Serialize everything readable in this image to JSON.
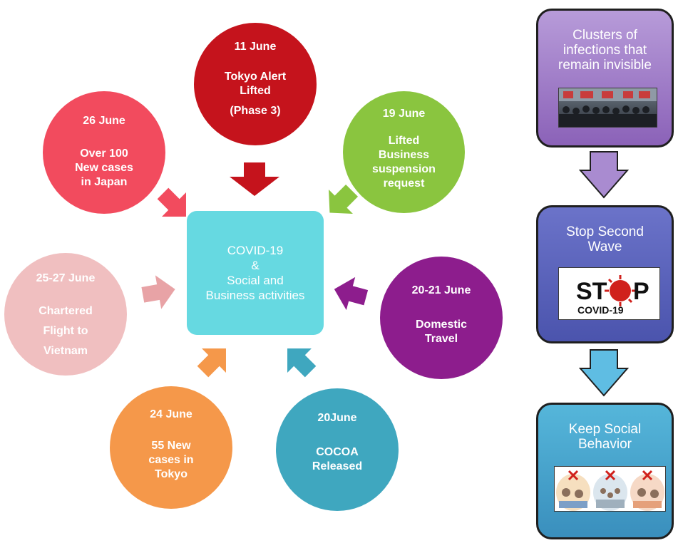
{
  "center": {
    "line1": "COVID-19",
    "line2": "&",
    "line3": "Social and",
    "line4": "Business activities"
  },
  "events": [
    {
      "id": "tokyo-alert",
      "date": "11 June",
      "lines": [
        "Tokyo Alert",
        "Lifted",
        "(Phase 3)"
      ],
      "color": "#c5131c"
    },
    {
      "id": "business-lifted",
      "date": "19 June",
      "lines": [
        "Lifted",
        "Business",
        "suspension",
        "request"
      ],
      "color": "#8ac53f"
    },
    {
      "id": "domestic-travel",
      "date": "20-21 June",
      "lines": [
        "Domestic",
        "Travel"
      ],
      "color": "#8d1d8d"
    },
    {
      "id": "cocoa",
      "date": "20June",
      "lines": [
        "COCOA",
        "Released"
      ],
      "color": "#3fa7bf"
    },
    {
      "id": "tokyo-cases",
      "date": "24 June",
      "lines": [
        "55 New",
        "cases in",
        "Tokyo"
      ],
      "color": "#f5984a"
    },
    {
      "id": "charter-flight",
      "date": "25-27 June",
      "lines": [
        "Chartered",
        "Flight to",
        "Vietnam"
      ],
      "color": "#f0bfc0"
    },
    {
      "id": "japan-cases",
      "date": "26 June",
      "lines": [
        "Over 100",
        "New cases",
        "in Japan"
      ],
      "color": "#f24b5e"
    }
  ],
  "panels": [
    {
      "title": "Clusters of infections that remain invisible",
      "color_top": "#b79bd9",
      "color_bottom": "#8b62b8",
      "image": "crowd-photo"
    },
    {
      "title": "Stop Second Wave",
      "color_top": "#6b73c9",
      "color_bottom": "#4b54ad",
      "image": "stop-covid-logo",
      "logo_text_1": "ST",
      "logo_text_2": "P",
      "logo_text_3": "COVID-19"
    },
    {
      "title": "Keep Social Behavior",
      "color_top": "#55b6da",
      "color_bottom": "#3a8fbd",
      "image": "social-behavior-illustration"
    }
  ]
}
